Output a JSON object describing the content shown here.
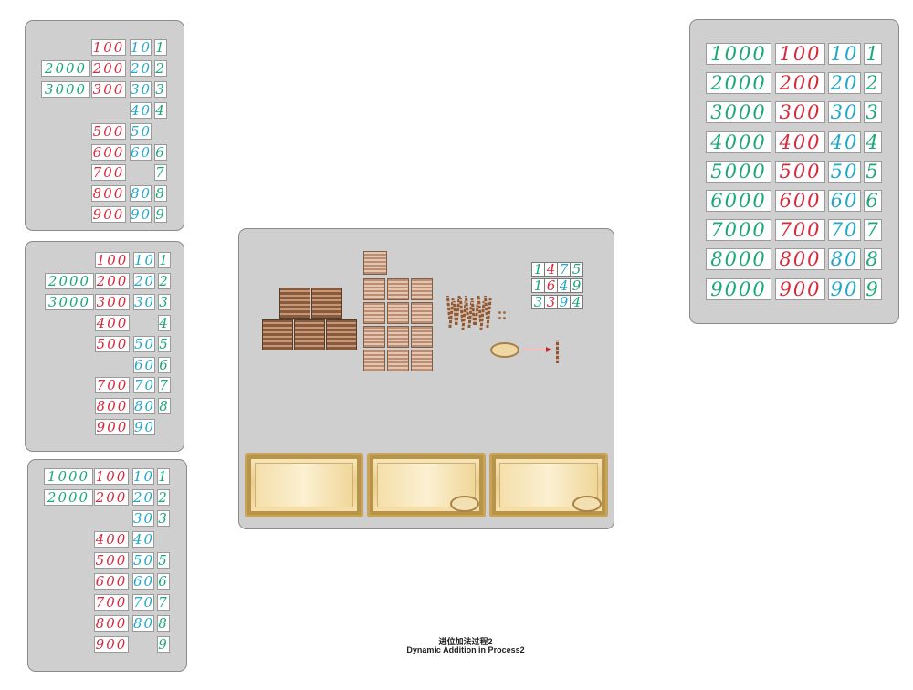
{
  "colors": {
    "thousands": "#1aa874",
    "hundreds": "#d8283c",
    "tens": "#21a7cc",
    "units": "#1aa874"
  },
  "panel1": {
    "rows": [
      {
        "h": "100",
        "t": "10",
        "u": "1"
      },
      {
        "th": "2000",
        "h": "200",
        "t": "20",
        "u": "2"
      },
      {
        "th": "3000",
        "h": "300",
        "t": "30",
        "u": "3"
      },
      {
        "t": "40",
        "u": "4"
      },
      {
        "h": "500",
        "t": "50"
      },
      {
        "h": "600",
        "t": "60",
        "u": "6"
      },
      {
        "h": "700",
        "u": "7"
      },
      {
        "h": "800",
        "t": "80",
        "u": "8"
      },
      {
        "h": "900",
        "t": "90",
        "u": "9"
      }
    ]
  },
  "panel2": {
    "rows": [
      {
        "h": "100",
        "t": "10",
        "u": "1"
      },
      {
        "th": "2000",
        "h": "200",
        "t": "20",
        "u": "2"
      },
      {
        "th": "3000",
        "h": "300",
        "t": "30",
        "u": "3"
      },
      {
        "h": "400",
        "u": "4"
      },
      {
        "h": "500",
        "t": "50",
        "u": "5"
      },
      {
        "t": "60",
        "u": "6"
      },
      {
        "h": "700",
        "t": "70",
        "u": "7"
      },
      {
        "h": "800",
        "t": "80",
        "u": "8"
      },
      {
        "h": "900",
        "t": "90"
      }
    ]
  },
  "panel3": {
    "rows": [
      {
        "th": "1000",
        "h": "100",
        "t": "10",
        "u": "1"
      },
      {
        "th": "2000",
        "h": "200",
        "t": "20",
        "u": "2"
      },
      {
        "t": "30",
        "u": "3"
      },
      {
        "h": "400",
        "t": "40"
      },
      {
        "h": "500",
        "t": "50",
        "u": "5"
      },
      {
        "h": "600",
        "t": "60",
        "u": "6"
      },
      {
        "h": "700",
        "t": "70",
        "u": "7"
      },
      {
        "h": "800",
        "t": "80",
        "u": "8"
      },
      {
        "h": "900",
        "u": "9"
      }
    ]
  },
  "panel_right": {
    "rows": [
      {
        "th": "1000",
        "h": "100",
        "t": "10",
        "u": "1"
      },
      {
        "th": "2000",
        "h": "200",
        "t": "20",
        "u": "2"
      },
      {
        "th": "3000",
        "h": "300",
        "t": "30",
        "u": "3"
      },
      {
        "th": "4000",
        "h": "400",
        "t": "40",
        "u": "4"
      },
      {
        "th": "5000",
        "h": "500",
        "t": "50",
        "u": "5"
      },
      {
        "th": "6000",
        "h": "600",
        "t": "60",
        "u": "6"
      },
      {
        "th": "7000",
        "h": "700",
        "t": "70",
        "u": "7"
      },
      {
        "th": "8000",
        "h": "800",
        "t": "80",
        "u": "8"
      },
      {
        "th": "9000",
        "h": "900",
        "t": "90",
        "u": "9"
      }
    ]
  },
  "addition_grid": [
    [
      "1",
      "4",
      "7",
      "5"
    ],
    [
      "1",
      "6",
      "4",
      "9"
    ],
    [
      "3",
      "3",
      "9",
      "4"
    ]
  ],
  "caption": {
    "zh": "进位加法过程2",
    "en": "Dynamic Addition in Process2"
  }
}
